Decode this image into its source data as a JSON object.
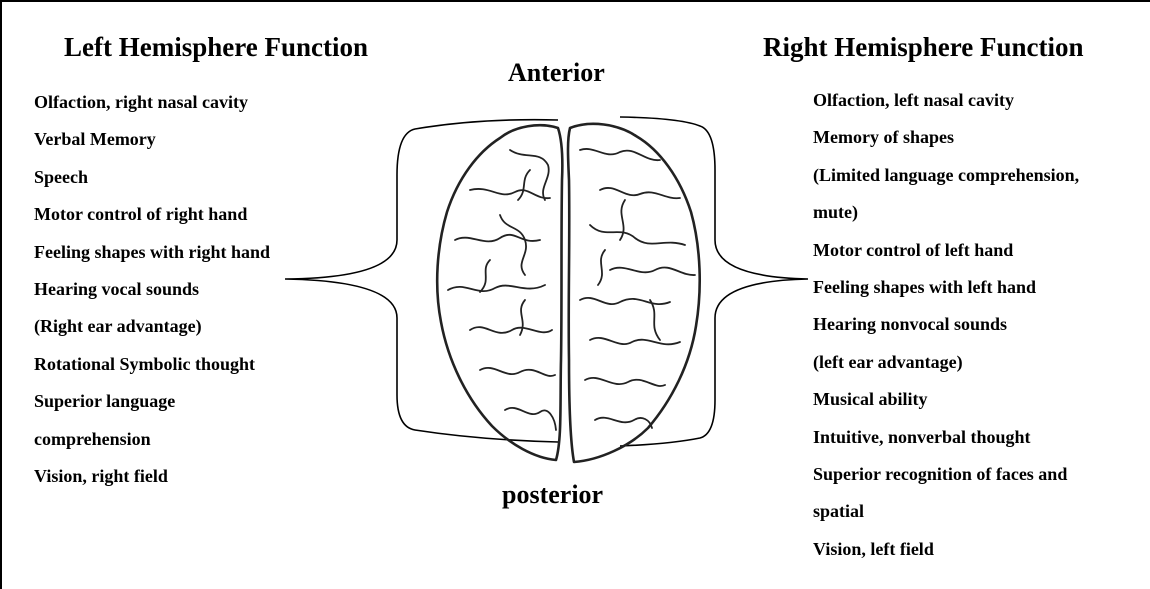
{
  "left": {
    "title": "Left Hemisphere Function",
    "items": [
      "Olfaction, right nasal cavity",
      "Verbal Memory",
      "Speech",
      "Motor control of right hand",
      "Feeling shapes with right hand",
      "Hearing vocal sounds",
      "(Right ear advantage)",
      "Rotational Symbolic thought",
      "Superior language",
      "comprehension",
      "Vision, right field"
    ]
  },
  "right": {
    "title": "Right Hemisphere Function",
    "items": [
      "Olfaction, left nasal cavity",
      "Memory of shapes",
      "(Limited language comprehension,",
      "mute)",
      "Motor control of left hand",
      "Feeling shapes with left hand",
      "Hearing nonvocal sounds",
      "(left ear advantage)",
      "Musical ability",
      "Intuitive, nonverbal thought",
      "Superior recognition of faces and",
      "spatial",
      "Vision, left field"
    ]
  },
  "labels": {
    "anterior": "Anterior",
    "posterior": "posterior"
  },
  "brain": {
    "icon": "brain-top-view-icon"
  }
}
